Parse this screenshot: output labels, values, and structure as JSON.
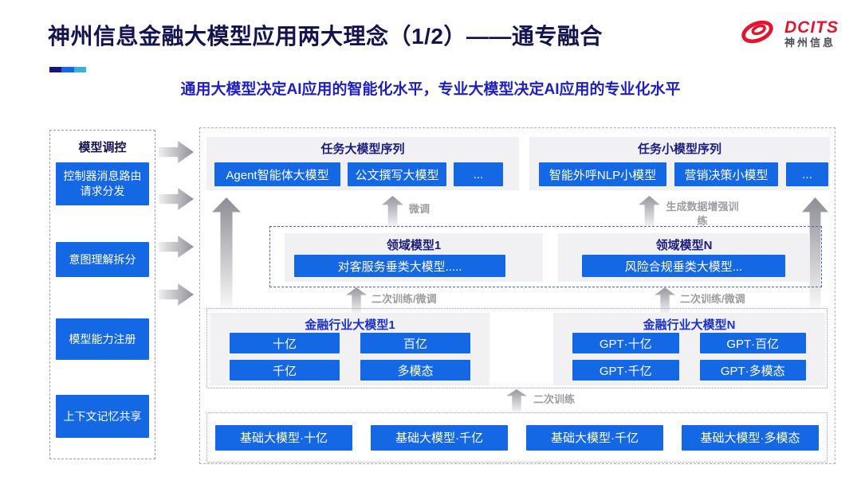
{
  "header": {
    "title": "神州信息金融大模型应用两大理念（1/2）——通专融合",
    "subtitle": "通用大模型决定AI应用的智能化水平，专业大模型决定AI应用的专业化水平",
    "logo": {
      "brand": "DCITS",
      "brand_cn": "神州信息"
    }
  },
  "colors": {
    "accent_blue": "#1568e4",
    "title_navy": "#13134f",
    "subtitle_blue": "#1f1fc0",
    "industry_title_blue": "#1c32c8",
    "label_gray": "#9b9ba1",
    "logo_red": "#e5132e",
    "bar_segments": [
      "#17177d",
      "#1568e4",
      "#38b2e6"
    ]
  },
  "sidebar": {
    "title": "模型调控",
    "items": [
      "控制器消息路由请求分发",
      "意图理解拆分",
      "模型能力注册",
      "上下文记忆共享"
    ]
  },
  "main": {
    "task_large": {
      "title": "任务大模型序列",
      "buttons": [
        "Agent智能体大模型",
        "公文撰写大模型",
        "..."
      ]
    },
    "task_small": {
      "title": "任务小模型序列",
      "buttons": [
        "智能外呼NLP小模型",
        "营销决策小模型",
        "..."
      ]
    },
    "labels": {
      "finetune": "微调",
      "augment": "生成数据增强训练",
      "secondary_1": "二次训练/微调",
      "secondary_2": "二次训练/微调",
      "secondary_base": "二次训练"
    },
    "domain": {
      "panels": [
        {
          "title": "领域模型1",
          "button": "对客服务垂类大模型....."
        },
        {
          "title": "领域模型N",
          "button": "风险合规垂类大模型..."
        }
      ]
    },
    "industry": {
      "panels": [
        {
          "title": "金融行业大模型1",
          "buttons": [
            "十亿",
            "百亿",
            "千亿",
            "多模态"
          ]
        },
        {
          "title": "金融行业大模型N",
          "buttons": [
            "GPT·十亿",
            "GPT·百亿",
            "GPT·千亿",
            "GPT·多模态"
          ]
        }
      ]
    },
    "base_models": [
      "基础大模型·十亿",
      "基础大模型·千亿",
      "基础大模型·千亿",
      "基础大模型·多模态"
    ]
  }
}
